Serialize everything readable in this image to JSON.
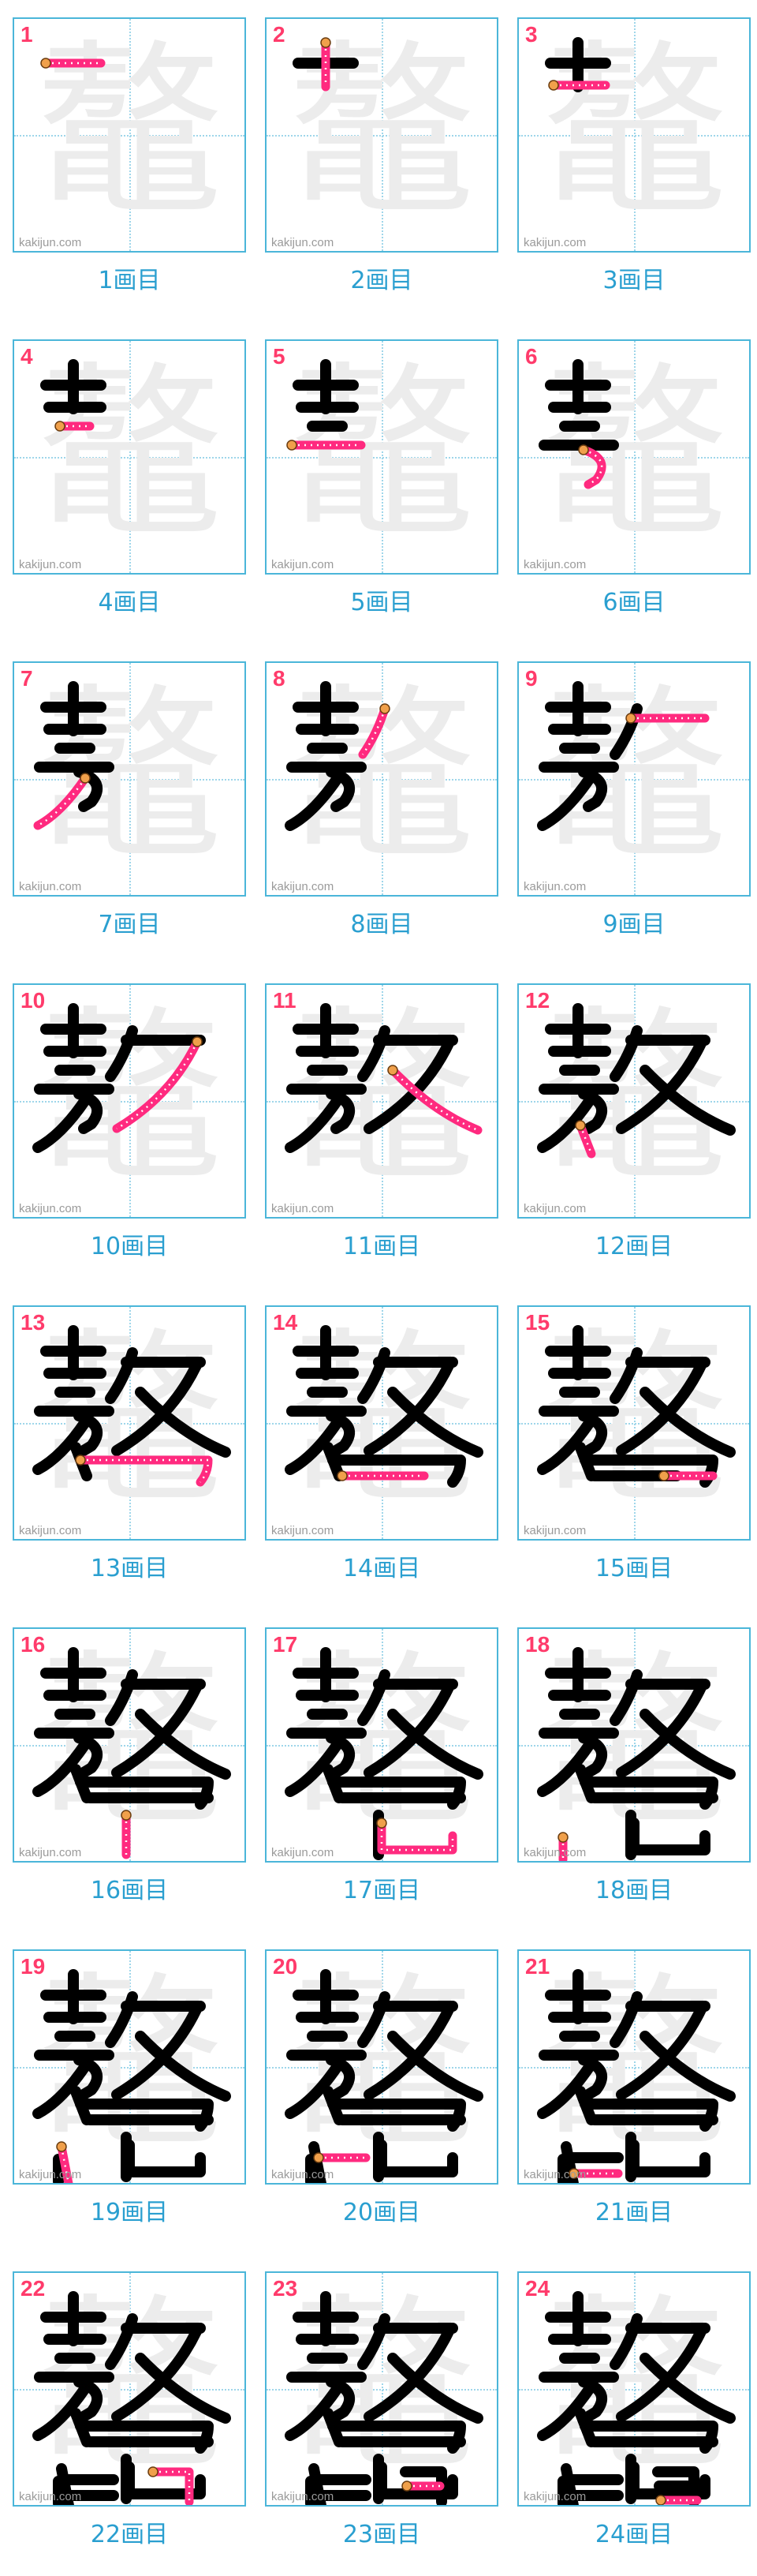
{
  "character": "鼇",
  "watermark": "kakijun.com",
  "colors": {
    "accent": "#ff2a7f",
    "frame": "#4bb6d9",
    "label": "#2a9fd0",
    "ink": "#000000",
    "ghost": "#ececec"
  },
  "cells": [
    {
      "number": "1",
      "label": "1画目"
    },
    {
      "number": "2",
      "label": "2画目"
    },
    {
      "number": "3",
      "label": "3画目"
    },
    {
      "number": "4",
      "label": "4画目"
    },
    {
      "number": "5",
      "label": "5画目"
    },
    {
      "number": "6",
      "label": "6画目"
    },
    {
      "number": "7",
      "label": "7画目"
    },
    {
      "number": "8",
      "label": "8画目"
    },
    {
      "number": "9",
      "label": "9画目"
    },
    {
      "number": "10",
      "label": "10画目"
    },
    {
      "number": "11",
      "label": "11画目"
    },
    {
      "number": "12",
      "label": "12画目"
    },
    {
      "number": "13",
      "label": "13画目"
    },
    {
      "number": "14",
      "label": "14画目"
    },
    {
      "number": "15",
      "label": "15画目"
    },
    {
      "number": "16",
      "label": "16画目"
    },
    {
      "number": "17",
      "label": "17画目"
    },
    {
      "number": "18",
      "label": "18画目"
    },
    {
      "number": "19",
      "label": "19画目"
    },
    {
      "number": "20",
      "label": "20画目"
    },
    {
      "number": "21",
      "label": "21画目"
    },
    {
      "number": "22",
      "label": "22画目"
    },
    {
      "number": "23",
      "label": "23画目"
    },
    {
      "number": "24",
      "label": "24画目"
    }
  ]
}
